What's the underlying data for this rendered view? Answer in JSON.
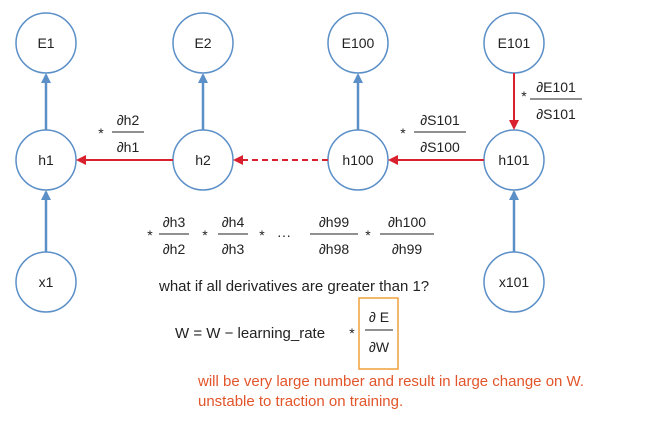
{
  "nodes": {
    "e1": "E1",
    "e2": "E2",
    "e100": "E100",
    "e101": "E101",
    "h1": "h1",
    "h2": "h2",
    "h100": "h100",
    "h101": "h101",
    "x1": "x1",
    "x101": "x101"
  },
  "operators": {
    "multiply": "*",
    "ellipsis": "···"
  },
  "fractions": {
    "dh2_dh1": {
      "num": "∂h2",
      "den": "∂h1"
    },
    "ds101_ds100": {
      "num": "∂S101",
      "den": "∂S100"
    },
    "de101_ds101": {
      "num": "∂E101",
      "den": "∂S101"
    },
    "dh3_dh2": {
      "num": "∂h3",
      "den": "∂h2"
    },
    "dh4_dh3": {
      "num": "∂h4",
      "den": "∂h3"
    },
    "dh99_dh98": {
      "num": "∂h99",
      "den": "∂h98"
    },
    "dh100_dh99": {
      "num": "∂h100",
      "den": "∂h99"
    },
    "de_dw": {
      "num": "∂ E",
      "den": "∂W"
    }
  },
  "question": "what if all derivatives are greater than 1?",
  "update_rule": "W = W − learning_rate",
  "notes": {
    "line1": "will be very large number and result in large change on W.",
    "line2": "unstable to traction on training."
  },
  "colors": {
    "node_stroke": "#5b8fc7",
    "forward_arrow": "#5b8fc7",
    "backward_arrow": "#d9202f",
    "highlight_box": "#f0a03a",
    "note_text": "#e2552a"
  }
}
